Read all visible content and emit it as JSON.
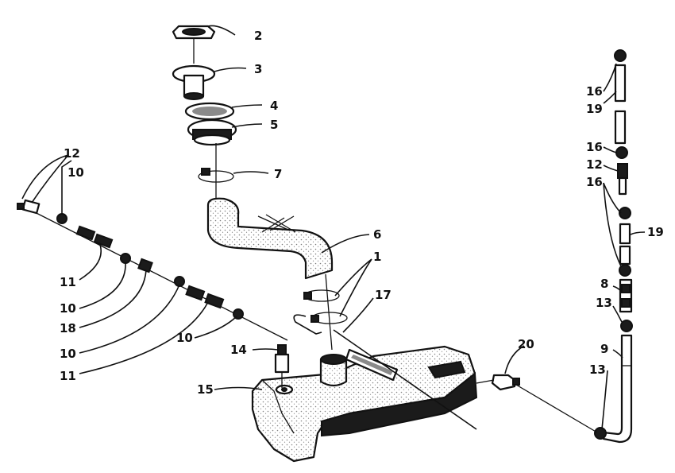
{
  "callouts": {
    "c1": "1",
    "c2": "2",
    "c3": "3",
    "c4": "4",
    "c5": "5",
    "c6": "6",
    "c7": "7",
    "c8": "8",
    "c9": "9",
    "c10a": "10",
    "c10b": "10",
    "c10c": "10",
    "c10d": "10",
    "c11a": "11",
    "c11b": "11",
    "c12a": "12",
    "c12b": "12",
    "c13a": "13",
    "c13b": "13",
    "c14": "14",
    "c15": "15",
    "c16a": "16",
    "c16b": "16",
    "c16c": "16",
    "c17": "17",
    "c18": "18",
    "c19a": "19",
    "c19b": "19",
    "c20": "20"
  }
}
